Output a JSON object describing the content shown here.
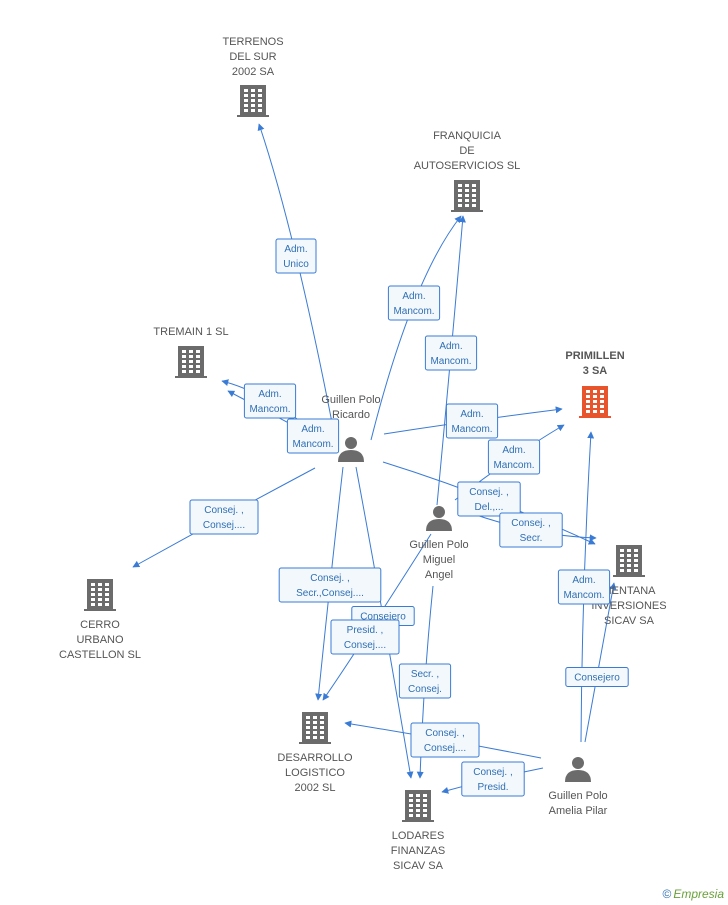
{
  "colors": {
    "edge": "#3a7bd5",
    "company": "#6b6b6b",
    "focus_company": "#e8552d",
    "person": "#6b6b6b",
    "label_box_border": "#3a7bd5",
    "label_box_fill": "#f3f8fd"
  },
  "nodes": [
    {
      "id": "terrenos",
      "kind": "company",
      "icon": "building-icon",
      "lines": [
        "TERRENOS",
        "DEL SUR",
        "2002 SA"
      ]
    },
    {
      "id": "franquicia",
      "kind": "company",
      "icon": "building-icon",
      "lines": [
        "FRANQUICIA",
        "DE",
        "AUTOSERVICIOS SL"
      ]
    },
    {
      "id": "tremain",
      "kind": "company",
      "icon": "building-icon",
      "lines": [
        "TREMAIN 1 SL"
      ]
    },
    {
      "id": "primillen",
      "kind": "company",
      "focus": true,
      "icon": "building-icon",
      "lines": [
        "PRIMILLEN",
        "3 SA"
      ]
    },
    {
      "id": "ricardo",
      "kind": "person",
      "icon": "person-icon",
      "lines": [
        "Guillen Polo",
        "Ricardo"
      ]
    },
    {
      "id": "miguel",
      "kind": "person",
      "icon": "person-icon",
      "lines": [
        "Guillen Polo",
        "Miguel",
        "Angel"
      ]
    },
    {
      "id": "mentana",
      "kind": "company",
      "icon": "building-icon",
      "lines": [
        "MENTANA",
        "INVERSIONES",
        "SICAV SA"
      ]
    },
    {
      "id": "cerro",
      "kind": "company",
      "icon": "building-icon",
      "lines": [
        "CERRO",
        "URBANO",
        "CASTELLON SL"
      ]
    },
    {
      "id": "desarrollo",
      "kind": "company",
      "icon": "building-icon",
      "lines": [
        "DESARROLLO",
        "LOGISTICO",
        "2002 SL"
      ]
    },
    {
      "id": "amelia",
      "kind": "person",
      "icon": "person-icon",
      "lines": [
        "Guillen Polo",
        "Amelia Pilar"
      ]
    },
    {
      "id": "lodares",
      "kind": "company",
      "icon": "building-icon",
      "lines": [
        "LODARES",
        "FINANZAS",
        "SICAV SA"
      ]
    }
  ],
  "edges": [
    {
      "from": "ricardo",
      "to": "terrenos",
      "label": [
        "Adm.",
        "Unico"
      ]
    },
    {
      "from": "ricardo",
      "to": "franquicia",
      "label": [
        "Adm.",
        "Mancom."
      ]
    },
    {
      "from": "miguel",
      "to": "franquicia",
      "label": [
        "Adm.",
        "Mancom."
      ]
    },
    {
      "from": "ricardo",
      "to": "tremain",
      "label": [
        "Adm.",
        "Mancom."
      ]
    },
    {
      "from": "ricardo",
      "to": "tremain",
      "label": [
        "Adm.",
        "Mancom."
      ]
    },
    {
      "from": "ricardo",
      "to": "primillen",
      "label": [
        "Adm.",
        "Mancom."
      ]
    },
    {
      "from": "miguel",
      "to": "primillen",
      "label": [
        "Adm.",
        "Mancom."
      ]
    },
    {
      "from": "ricardo",
      "to": "mentana",
      "label": [
        "Consej. ,",
        "Del.,..."
      ]
    },
    {
      "from": "miguel",
      "to": "mentana",
      "label": [
        "Consej. ,",
        "Secr."
      ]
    },
    {
      "from": "amelia",
      "to": "primillen",
      "label": [
        "Adm.",
        "Mancom."
      ]
    },
    {
      "from": "amelia",
      "to": "mentana",
      "label": [
        "Consejero"
      ]
    },
    {
      "from": "ricardo",
      "to": "cerro",
      "label": [
        "Consej. ,",
        "Consej...."
      ]
    },
    {
      "from": "ricardo",
      "to": "desarrollo",
      "label": [
        "Consej. ,",
        "Secr.,Consej...."
      ]
    },
    {
      "from": "ricardo",
      "to": "lodares",
      "label": [
        "Consejero"
      ]
    },
    {
      "from": "miguel",
      "to": "desarrollo",
      "label": [
        "Presid. ,",
        "Consej...."
      ]
    },
    {
      "from": "miguel",
      "to": "lodares",
      "label": [
        "Secr. ,",
        "Consej."
      ]
    },
    {
      "from": "amelia",
      "to": "desarrollo",
      "label": [
        "Consej. ,",
        "Consej...."
      ]
    },
    {
      "from": "amelia",
      "to": "lodares",
      "label": [
        "Consej. ,",
        "Presid."
      ]
    }
  ],
  "watermark": {
    "symbol": "©",
    "text": "Empresia"
  }
}
